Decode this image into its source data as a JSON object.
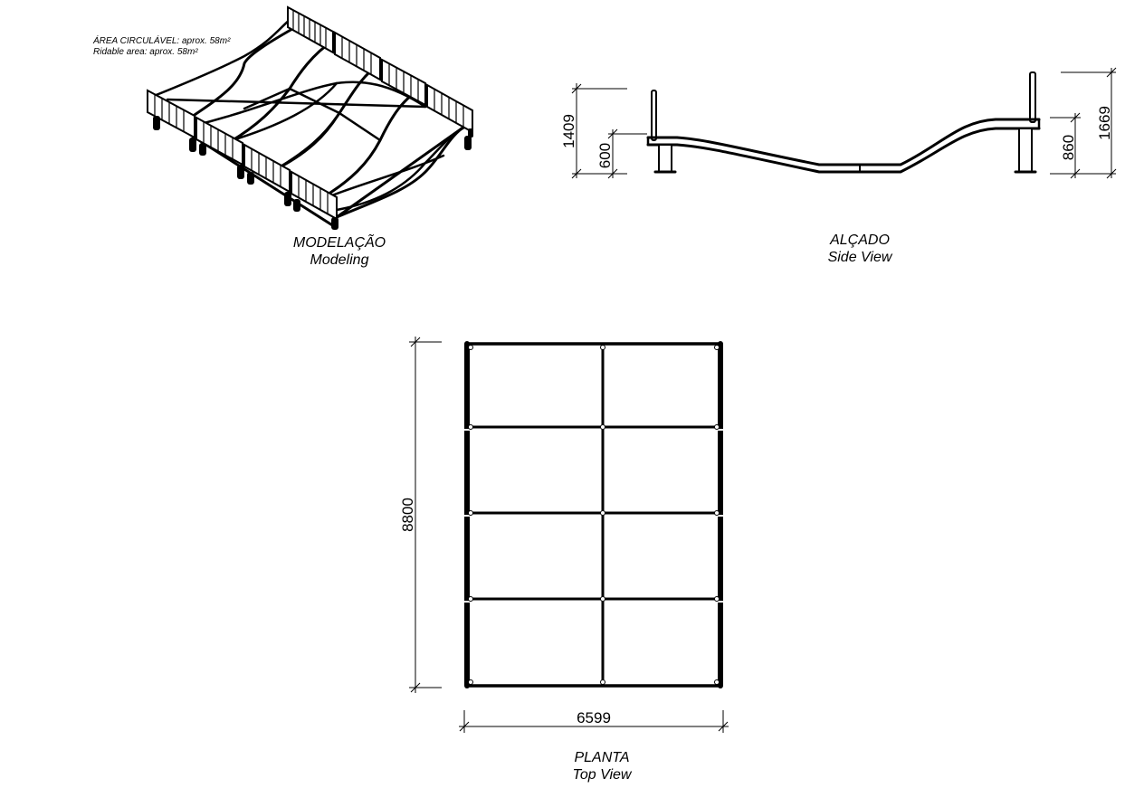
{
  "notes": {
    "area_pt": "ÁREA CIRCULÁVEL: aprox. 58m²",
    "area_en": "Ridable area: aprox. 58m²"
  },
  "views": {
    "modeling": {
      "title_pt": "MODELAÇÃO",
      "title_en": "Modeling"
    },
    "side": {
      "title_pt": "ALÇADO",
      "title_en": "Side View"
    },
    "top": {
      "title_pt": "PLANTA",
      "title_en": "Top View"
    }
  },
  "dimensions": {
    "side_total_left": "1409",
    "side_inner_left": "600",
    "side_inner_right": "860",
    "side_total_right": "1669",
    "plan_length": "8800",
    "plan_width": "6599"
  }
}
